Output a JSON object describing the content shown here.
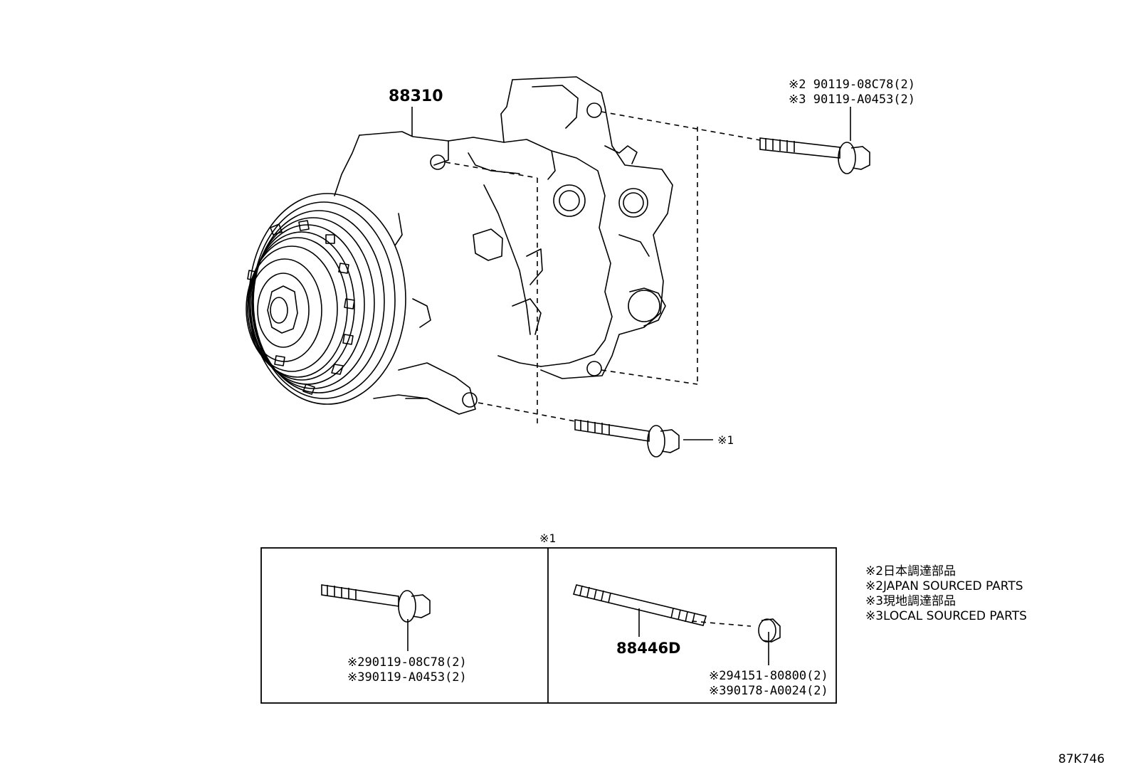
{
  "diagram": {
    "part_labels": {
      "compressor": "88310",
      "stud_bolt": "88446D"
    },
    "callouts": {
      "top_bolt_line1": "※2 90119-08C78(2)",
      "top_bolt_line2": "※3 90119-A0453(2)",
      "lower_bolt_ref": "※1",
      "detail_box_title": "※1",
      "detail_left_line1": "※290119-08C78(2)",
      "detail_left_line2": "※390119-A0453(2)",
      "detail_right_line1": "※294151-80800(2)",
      "detail_right_line2": "※390178-A0024(2)"
    },
    "legend": [
      "※2日本調達部品",
      "※2JAPAN SOURCED PARTS",
      "※3現地調達部品",
      "※3LOCAL SOURCED PARTS"
    ],
    "diagram_code": "87K746"
  }
}
